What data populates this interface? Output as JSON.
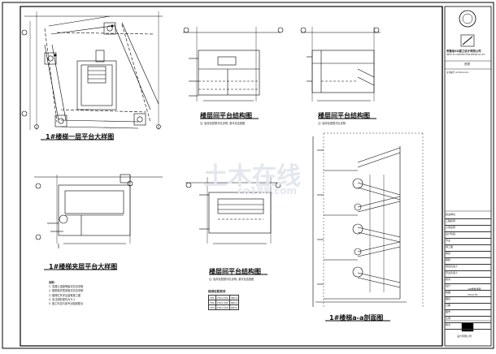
{
  "watermark": {
    "logo_text": "土木在线",
    "url": "co188.com"
  },
  "drawings": {
    "d1": {
      "title": "1#楼梯一层平台大样图"
    },
    "d2": {
      "title": "楼层间平台结构图",
      "note": "注: 板厚及配筋详见说明, 梁详见结施图"
    },
    "d3": {
      "title": "楼层间平台结构图",
      "note": "注: 板厚及配筋详见说明"
    },
    "d4": {
      "title": "1#楼梯夹层平台大样图"
    },
    "d5": {
      "title": "楼层间平台结构图",
      "note": "注: 板厚及配筋详见说明, 梁详见结施图"
    },
    "d6": {
      "title": "1#楼梯a-a剖面图"
    }
  },
  "notes": {
    "heading": "说明:",
    "lines": [
      "1. 混凝土强度等级详见总说明",
      "2. 钢筋保护层厚度详见总说明",
      "3. 楼梯栏杆详见建筑施工图",
      "4. 未注明的梁均为TL1",
      "5. 施工时应与各专业图纸配合"
    ]
  },
  "column_table": {
    "title": "楼梯柱配筋表",
    "rows": [
      [
        "TZ1",
        "250×250",
        "4Φ14"
      ],
      [
        "TZ2",
        "250×300",
        "6Φ14"
      ],
      [
        "TZ3",
        "250×300",
        "6Φ16"
      ]
    ]
  },
  "title_block": {
    "company_cn": "安徽省XX建工设计有限公司",
    "company_en": "ANHUI XX CONSTRUCTION DESIGN CO.,LTD",
    "cert_label": "资质",
    "cert_no": "证书编号 A134xxxxxx",
    "rows": [
      "建设单位",
      "工程名称",
      "子项名称",
      "设计阶段",
      "专业",
      "施工图",
      "审定",
      "审核",
      "项目负责人",
      "专业负责人",
      "校对",
      "设计",
      "制图",
      "图名",
      "日期",
      "图号",
      "比例",
      "版次"
    ],
    "drawing_name": "1#楼梯详图",
    "date": "2016.05",
    "footer_company": "设计有限公司"
  }
}
